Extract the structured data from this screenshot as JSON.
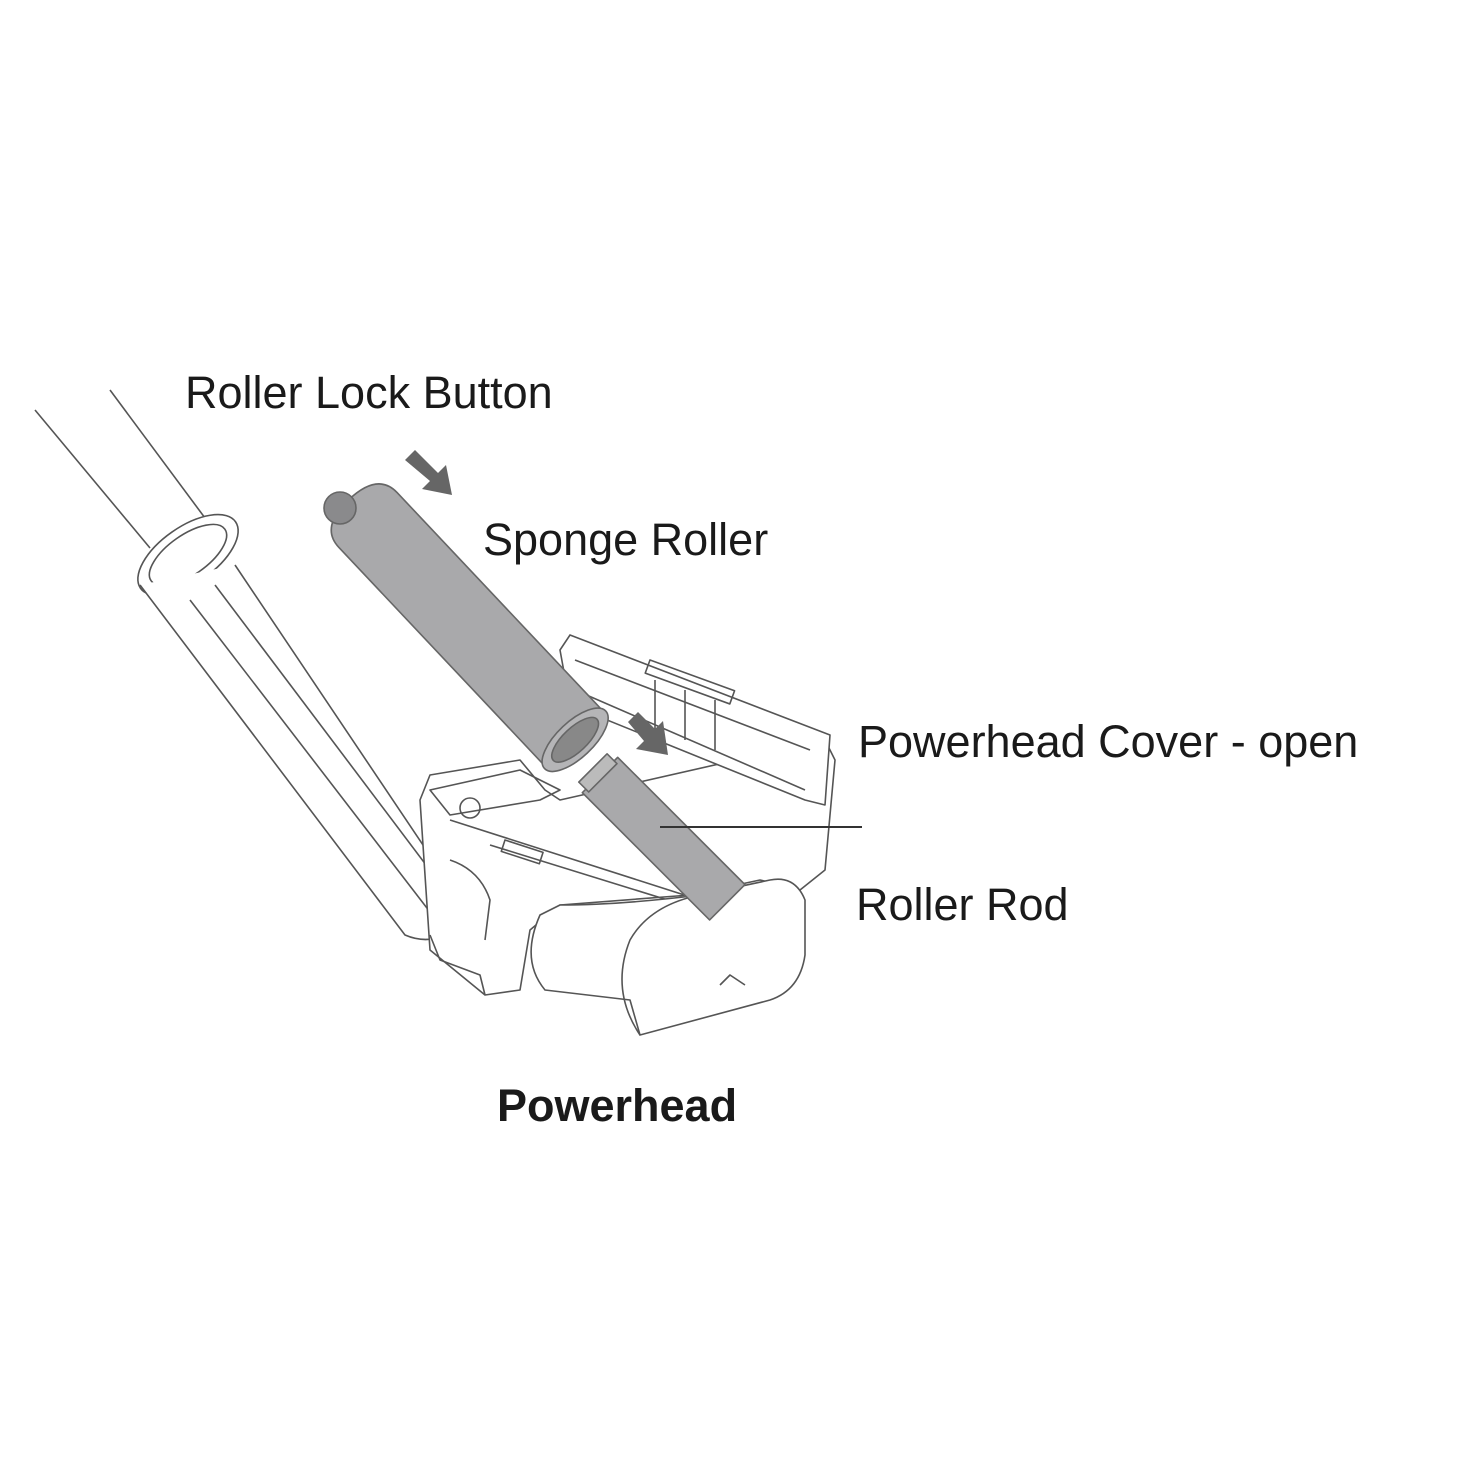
{
  "labels": {
    "roller_lock_button": "Roller Lock Button",
    "sponge_roller": "Sponge Roller",
    "powerhead_cover": "Powerhead Cover - open",
    "roller_rod": "Roller Rod",
    "powerhead": "Powerhead"
  },
  "colors": {
    "line": "#555555",
    "roller_fill": "#a9a9ab",
    "arrow": "#666666",
    "text": "#1a1a1a"
  }
}
